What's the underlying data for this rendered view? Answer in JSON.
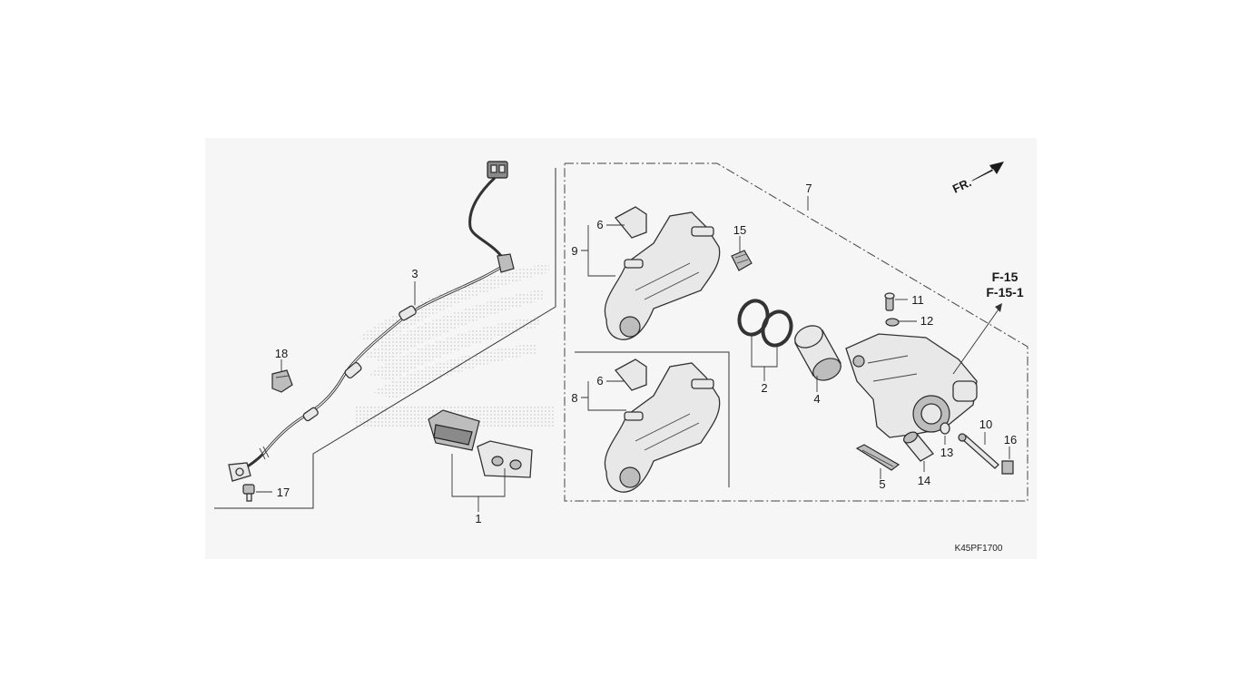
{
  "diagram": {
    "title": "",
    "part_code": "K45PF1700",
    "direction_label": "FR.",
    "references": [
      "F-15",
      "F-15-1"
    ],
    "callouts": {
      "c1": "1",
      "c2": "2",
      "c3": "3",
      "c4": "4",
      "c5": "5",
      "c6a": "6",
      "c6b": "6",
      "c7": "7",
      "c8": "8",
      "c9": "9",
      "c10": "10",
      "c11": "11",
      "c12": "12",
      "c13": "13",
      "c14": "14",
      "c15": "15",
      "c16": "16",
      "c17": "17",
      "c18": "18"
    }
  }
}
